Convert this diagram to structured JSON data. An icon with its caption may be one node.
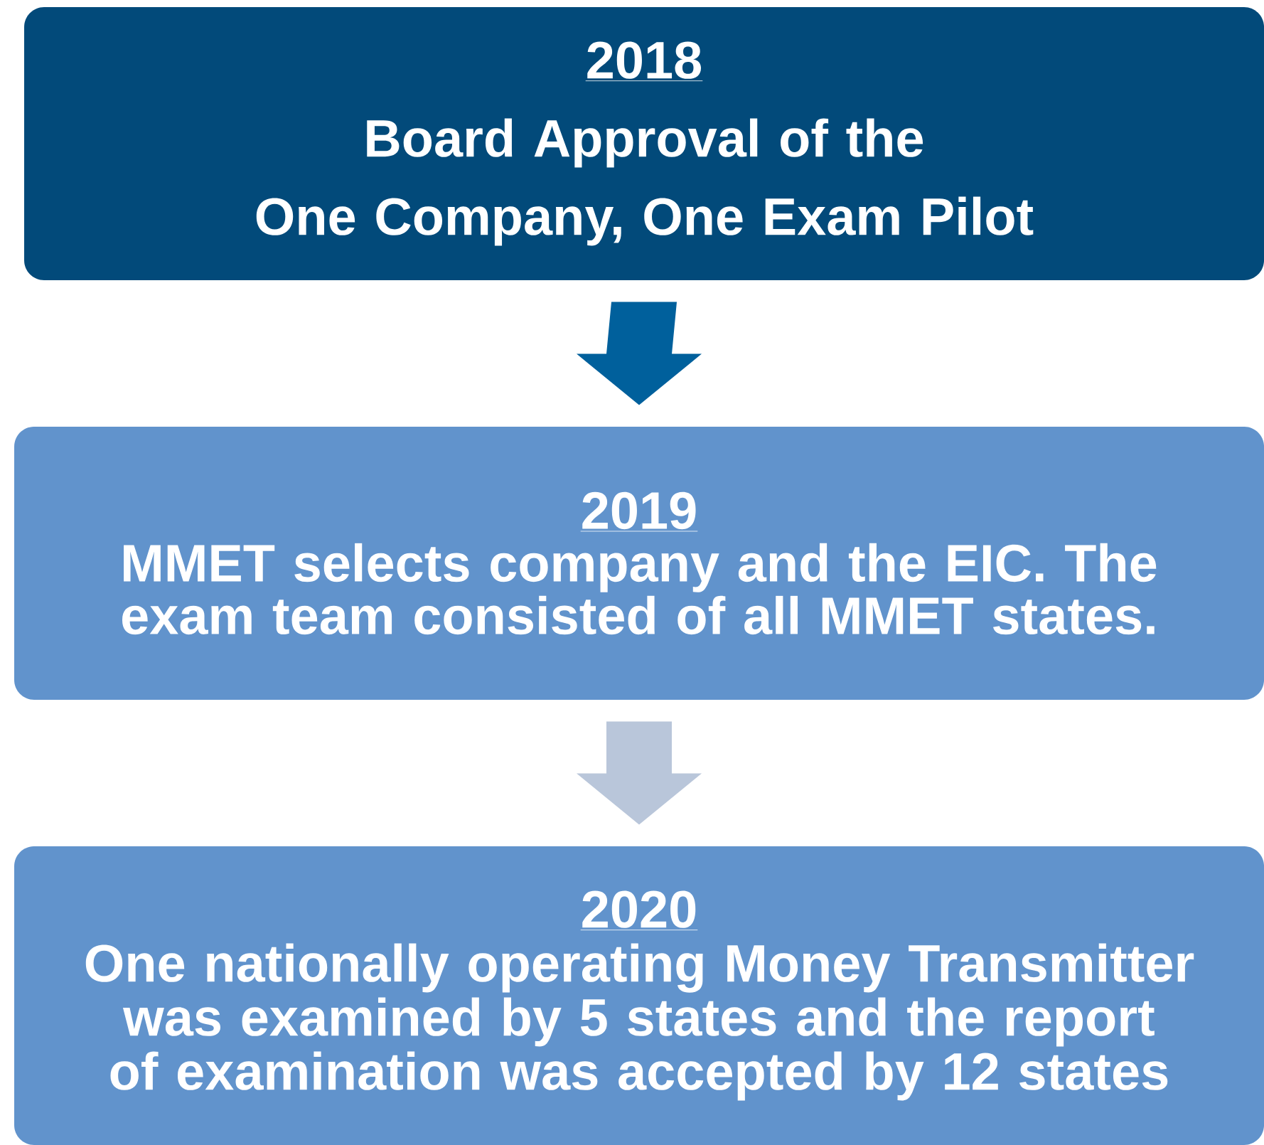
{
  "diagram": {
    "nodes": [
      {
        "text": [
          "2018",
          "Board Approval of the One Company, One Exam Pilot"
        ]
      },
      {
        "text": [
          "2019",
          "MMET selects company and the EIC. The exam team consisted of all MMET states."
        ]
      },
      {
        "text": [
          "2020",
          "One nationally operating Money Transmitter was examined by 5 states and the report of examination was accepted by 12 states"
        ]
      }
    ],
    "edges": [
      {
        "from": 0,
        "to": 1,
        "arrow": "to",
        "color": "#00609c"
      },
      {
        "from": 1,
        "to": 2,
        "arrow": "to",
        "color": "#b9c6da"
      }
    ]
  }
}
